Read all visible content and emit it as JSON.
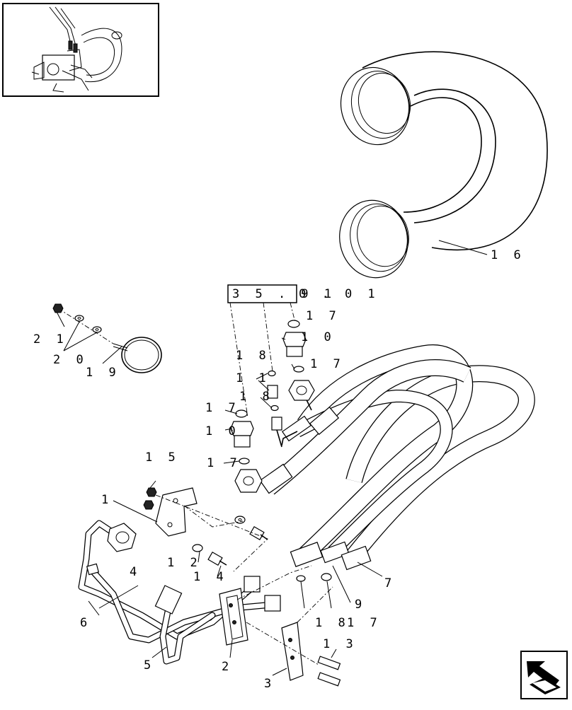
{
  "reference_box": "3 5 . 9 1",
  "reference_suffix": "0 . 0 1",
  "callouts": {
    "c1": "1",
    "c2": "2",
    "c3": "3",
    "c4": "4",
    "c5": "5",
    "c6": "6",
    "c7": "7",
    "c9": "9",
    "c10a": "1 0",
    "c10b": "1 0",
    "c11": "1 1",
    "c12": "1 2",
    "c13": "1 3",
    "c14": "1 4",
    "c15": "1 5",
    "c16": "1 6",
    "c17a": "1 7",
    "c17b": "1 7",
    "c17c": "1 7",
    "c17d": "1 7",
    "c17e": "1 7",
    "c18a": "1 8",
    "c18b": "1 8",
    "c18c": "1 8",
    "c19": "1 9",
    "c20": "2 0",
    "c21": "2 1"
  },
  "icons": {
    "thumbnail": "machine-overview-thumbnail",
    "navigation": "next-page-arrow-icon"
  }
}
